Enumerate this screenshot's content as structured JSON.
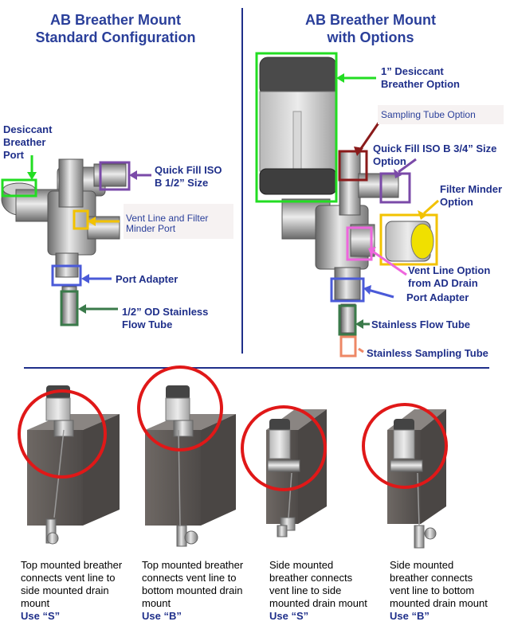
{
  "titles": {
    "left_line1": "AB Breather Mount",
    "left_line2": "Standard Configuration",
    "right_line1": "AB Breather Mount",
    "right_line2": "with Options"
  },
  "left_labels": {
    "desiccant_port": [
      "Desiccant",
      "Breather",
      "Port"
    ],
    "quick_fill": [
      "Quick Fill ISO",
      "B 1/2” Size"
    ],
    "vent_line": [
      "Vent Line and Filter",
      "Minder Port"
    ],
    "port_adapter": "Port Adapter",
    "flow_tube": [
      "1/2” OD Stainless",
      "Flow Tube"
    ]
  },
  "right_labels": {
    "desiccant_option": [
      "1” Desiccant",
      "Breather Option"
    ],
    "sampling_option": "Sampling Tube Option",
    "quick_fill": [
      "Quick Fill ISO B 3/4” Size",
      "Option"
    ],
    "filter_minder": [
      "Filter Minder",
      "Option"
    ],
    "vent_line_option": [
      "Vent Line Option",
      "from AD Drain"
    ],
    "port_adapter": "Port Adapter",
    "flow_tube": "Stainless Flow Tube",
    "sampling_tube": "Stainless Sampling Tube"
  },
  "captions": [
    {
      "lines": [
        "Top mounted breather",
        "connects vent line to",
        "side mounted drain",
        "mount"
      ],
      "use": "Use “S”"
    },
    {
      "lines": [
        "Top mounted breather",
        "connects vent line to",
        "bottom mounted drain",
        "mount"
      ],
      "use": "Use “B”"
    },
    {
      "lines": [
        "Side mounted",
        "breather connects",
        "vent line to side",
        "mounted drain mount"
      ],
      "use": "Use “S”"
    },
    {
      "lines": [
        "Side mounted",
        "breather connects",
        "vent line to bottom",
        "mounted drain mount"
      ],
      "use": "Use “B”"
    }
  ],
  "colors": {
    "title": "#2a3f9a",
    "divider": "#1f2f8a",
    "green": "#22dd22",
    "purple": "#7a4aa8",
    "yellow": "#f2c200",
    "blue": "#4a5ad8",
    "darkgreen": "#3a7a4a",
    "darkred": "#8a1a1a",
    "pink": "#ee66dd",
    "salmon": "#ee8866",
    "red": "#e01818"
  }
}
